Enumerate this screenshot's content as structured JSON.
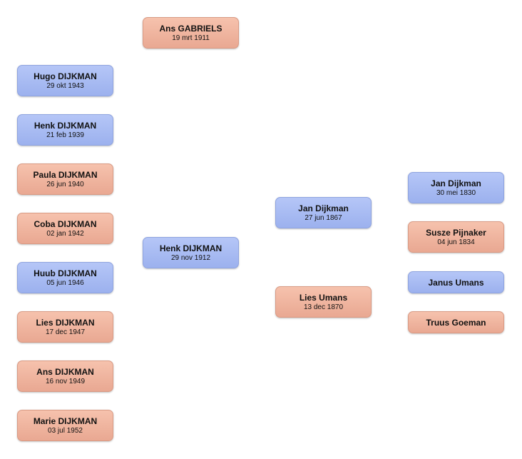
{
  "spouse": {
    "name": "Ans GABRIELS",
    "date": "19 mrt 1911",
    "gender": "female"
  },
  "focus": {
    "name": "Henk DIJKMAN",
    "date": "29 nov 1912",
    "gender": "male"
  },
  "children": [
    {
      "name": "Hugo DIJKMAN",
      "date": "29 okt 1943",
      "gender": "male"
    },
    {
      "name": "Henk DIJKMAN",
      "date": "21 feb 1939",
      "gender": "male"
    },
    {
      "name": "Paula DIJKMAN",
      "date": "26 jun 1940",
      "gender": "female"
    },
    {
      "name": "Coba DIJKMAN",
      "date": "02 jan 1942",
      "gender": "female"
    },
    {
      "name": "Huub DIJKMAN",
      "date": "05 jun 1946",
      "gender": "male"
    },
    {
      "name": "Lies DIJKMAN",
      "date": "17 dec 1947",
      "gender": "female"
    },
    {
      "name": "Ans DIJKMAN",
      "date": "16 nov 1949",
      "gender": "female"
    },
    {
      "name": "Marie DIJKMAN",
      "date": "03 jul 1952",
      "gender": "female"
    }
  ],
  "parents": {
    "father": {
      "name": "Jan Dijkman",
      "date": "27 jun 1867",
      "gender": "male"
    },
    "mother": {
      "name": "Lies Umans",
      "date": "13 dec 1870",
      "gender": "female"
    }
  },
  "grandparents": {
    "paternal_grandfather": {
      "name": "Jan Dijkman",
      "date": "30 mei 1830",
      "gender": "male"
    },
    "paternal_grandmother": {
      "name": "Susze Pijnaker",
      "date": "04 jun 1834",
      "gender": "female"
    },
    "maternal_grandfather": {
      "name": "Janus Umans",
      "date": "",
      "gender": "male"
    },
    "maternal_grandmother": {
      "name": "Truus Goeman",
      "date": "",
      "gender": "female"
    }
  },
  "colors": {
    "male_top": "#b5c6f7",
    "male_bottom": "#9cb1ee",
    "female_top": "#f6c2ad",
    "female_bottom": "#e9a892"
  }
}
